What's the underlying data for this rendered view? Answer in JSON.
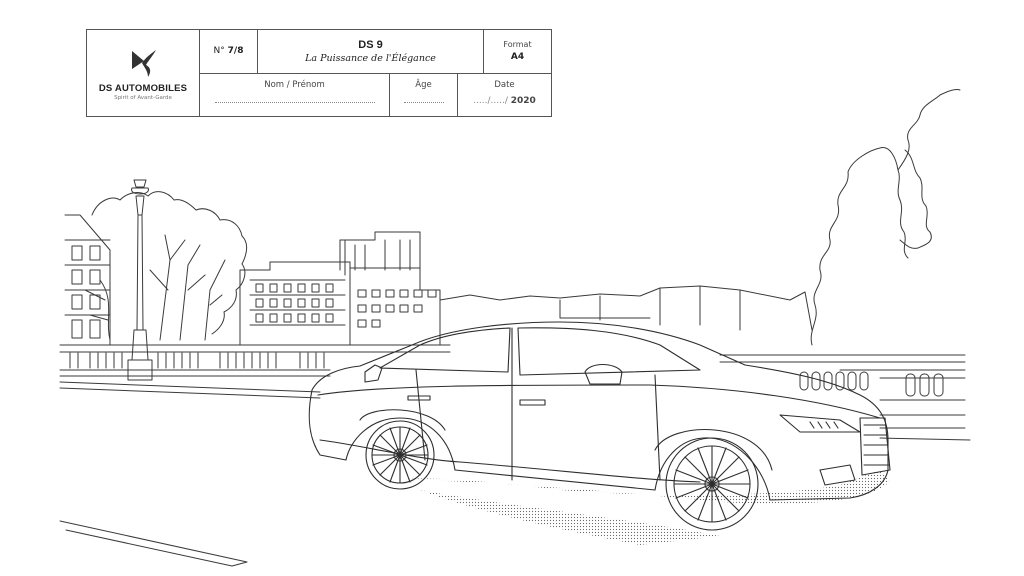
{
  "brand": {
    "name": "DS AUTOMOBILES",
    "tagline": "Spirit of Avant-Garde",
    "logo_icon": "ds-logo-icon"
  },
  "sheet": {
    "number_label": "N°",
    "number_value": "7/8",
    "model": "DS 9",
    "subtitle": "La Puissance de l'Élégance",
    "format_label": "Format",
    "format_value": "A4",
    "name_label": "Nom / Prénom",
    "age_label": "Âge",
    "date_label": "Date",
    "date_blank": "...../...../ ",
    "date_year": "2020"
  },
  "illustration": {
    "subject": "DS 9 sedan line-art coloring page",
    "setting": "Paris bridge over the Seine with Notre-Dame, lamp post, trees and buildings",
    "stroke_color": "#333333",
    "background_color": "#ffffff"
  }
}
